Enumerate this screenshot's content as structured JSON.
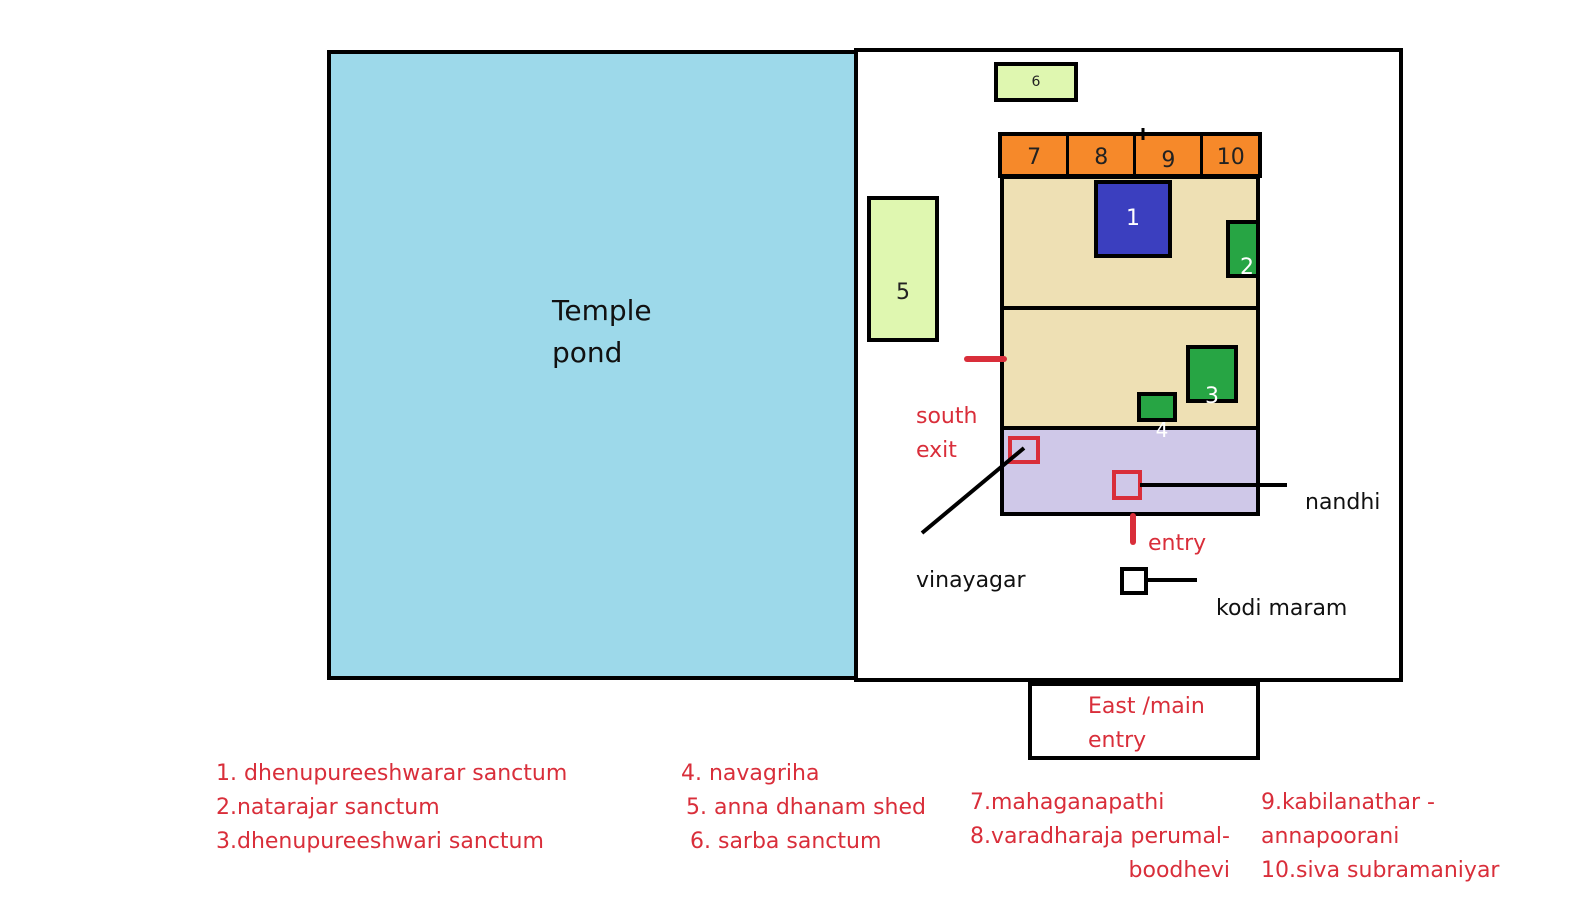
{
  "pond": {
    "label_line1": "Temple",
    "label_line2": "pond",
    "color": "#9dd9ea"
  },
  "temple": {
    "shrines": {
      "s1": "1",
      "s2": "2",
      "s3": "3",
      "s4": "4",
      "s5": "5",
      "s6": "6"
    },
    "row_sanctums": [
      "7",
      "8",
      "9",
      "10"
    ],
    "colors": {
      "hall": "#eee0b4",
      "mandapam": "#cfc8e8",
      "row": "#f6892a",
      "main_sanctum": "#3b3fbf",
      "green_shrine": "#27a544",
      "light_green": "#dff7b0",
      "marker_red": "#d92e3a"
    }
  },
  "labels": {
    "south_exit_line1": "south",
    "south_exit_line2": "exit",
    "entry": "entry",
    "nandhi": "nandhi",
    "vinayagar": "vinayagar",
    "kodi_maram": "kodi maram",
    "east_entry_line1": "East /main",
    "east_entry_line2": "entry"
  },
  "legend": {
    "col1": [
      "1. dhenupureeshwarar sanctum",
      "2.natarajar sanctum",
      "3.dhenupureeshwari sanctum"
    ],
    "col2": [
      "4. navagriha",
      "5. anna dhanam shed",
      "6. sarba sanctum"
    ],
    "col3": [
      "7.mahaganapathi",
      "8.varadharaja perumal-",
      "boodhevi"
    ],
    "col4": [
      "9.kabilanathar -",
      "annapoorani",
      "10.siva subramaniyar"
    ]
  }
}
